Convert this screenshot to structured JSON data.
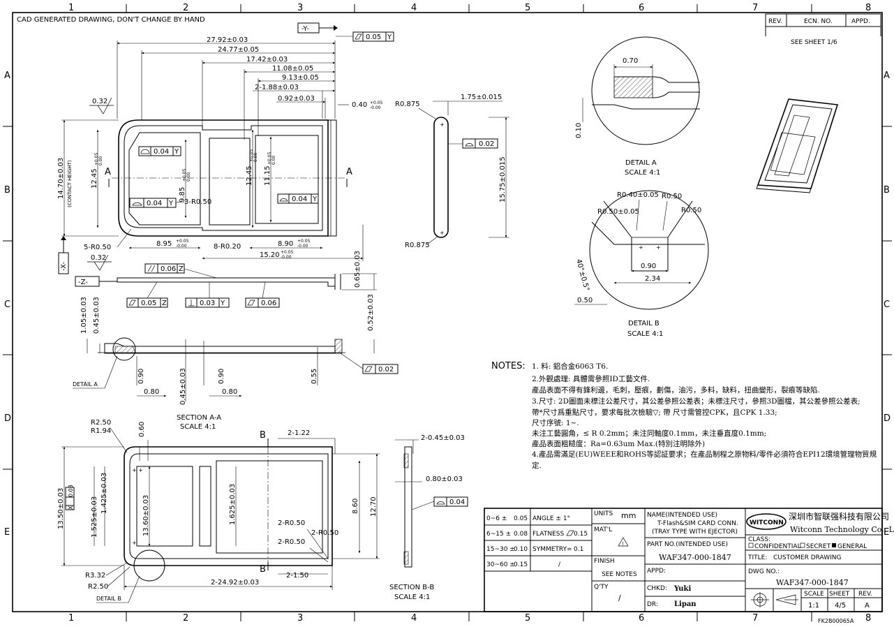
{
  "header_note": "CAD GENERATED DRAWING, DON'T CHANGE BY HAND",
  "grid": {
    "cols": [
      "1",
      "2",
      "3",
      "4",
      "5",
      "6",
      "7",
      "8"
    ],
    "rows": [
      "A",
      "B",
      "C",
      "D",
      "E"
    ]
  },
  "revision": {
    "rev": "REV.",
    "ecn": "ECN. NO.",
    "appd": "APPD.",
    "see_sheet": "SEE SHEET 1/6"
  },
  "datums": {
    "y": "-Y-",
    "x": "-X-",
    "z": "-Z-"
  },
  "top_view": {
    "dims": [
      "27.92±0.03",
      "24.77±0.05",
      "17.42±0.03",
      "11.08±0.05",
      "9.13±0.05",
      "2-1.88±0.03",
      "0.92±0.03",
      "0.40",
      "14.70±0.03",
      "(CONTACT HEIGHT)",
      "12.45",
      "9.85",
      "12.45",
      "11.15",
      "8.95",
      "8-R0.20",
      "8.90",
      "15.20",
      "5-R0.50",
      "3-R0.50",
      "0.32",
      "0.32"
    ],
    "tol_plus": "+0.05",
    "tol_minus": "-0.00",
    "tol_minus_b": "0.00",
    "fcf_flat_top": "0.05",
    "fcf_flat_top_datum": "Y",
    "fcf_a": "0.04",
    "fcf_a_datum": "Y",
    "fcf_b": "0.04",
    "fcf_b_datum": "Y",
    "fcf_c": "0.04",
    "fcf_c_datum": "Y",
    "section": "A"
  },
  "side_view": {
    "r_top": "R0.875",
    "r_bot": "R0.875",
    "dim_w": "1.75±0.015",
    "dim_h": "15.75±0.015",
    "fcf": "0.02"
  },
  "detail_a": {
    "d1": "0.70",
    "d2": "0.10",
    "label": "DETAIL  A",
    "scale": "SCALE  4:1"
  },
  "detail_b": {
    "r1": "R0.40±0.05",
    "r2": "R0.50",
    "r3": "R0.50±0.05",
    "r4": "R0.50",
    "ang": "40°±0.5°",
    "d1": "0.90",
    "d2": "2.34",
    "d3": "0.50",
    "label": "DETAIL  B",
    "scale": "SCALE  4:1"
  },
  "section_aa": {
    "par": "0.06",
    "par_datum": "Z",
    "fcf1": "0.05",
    "fcf1_datum": "Z",
    "fcf2": "0.03",
    "fcf2_datum": "Y",
    "fcf3": "0.06",
    "d1": "0.65±0.03",
    "d2": "1.05±0.03",
    "d3": "0.45±0.03",
    "d4": "0.52±0.03",
    "d5": "0.90",
    "d6": "0.80",
    "d7": "0.45±0.03",
    "d8": "0.90",
    "d9": "0.80",
    "d10": "0.55",
    "fcf4": "0.02",
    "detail": "DETAIL  A",
    "label": "SECTION  A-A",
    "scale": "SCALE  4:1"
  },
  "bottom_view": {
    "r1": "R2.50",
    "r2": "R1.94",
    "d1": "0.60",
    "d2": "2-1.22",
    "sec": "B",
    "d3": "13.50±0.03",
    "sym": "0.03",
    "sym_datum": "X",
    "d4": "1.525±0.03",
    "d5": "1.425±0.03",
    "d6": "13.60±0.03",
    "d7": "1.625±0.03",
    "d8": "8.60",
    "d9": "12.70",
    "r3": "2-R0.50",
    "r4": "2-R0.50",
    "r5": "2-R0.50",
    "r6": "R3.32",
    "r7": "R2.50",
    "d10": "2-24.92±0.03",
    "d11": "2-1.50",
    "detail": "DETAIL  B"
  },
  "section_bb": {
    "d1": "2-0.45±0.03",
    "d2": "0.80±0.03",
    "fcf": "0.04",
    "label": "SECTION  B-B",
    "scale": "SCALE  4:1"
  },
  "notes": {
    "title": "NOTES:",
    "lines": [
      "1.  料:  鋁合金6063 T6.",
      "2.外觀處理: 具體需參照ID工藝文件.",
      "   產品表面不得有鋒利邊，毛刺，壓痕，劃傷，油污，多料，缺料，扭曲變形，裂痕等缺陷.",
      "3.尺寸: 2D圖面未標注公差尺寸，其公差參照公差表；未標注尺寸，參照3D圖檔，其公差參照公差表;",
      "   帶*尺寸爲重點尺寸，要求每批次檢驗▽; 帶  尺寸需管控CPK，且CPK  1.33;",
      "   尺寸序號: 1~.",
      "   未注工藝圓角，≤ R  0.2mm；未注同軸度0.1mm，未注垂直度0.1mm;",
      "   產品表面粗糙度：Ra=0.63um Max.(特別注明除外)",
      "4.產品需滿足(EU)WEEE和ROHS等認証要求；在產品制程之原物料/零件必須符合EPI12環境管理物質規",
      "定."
    ]
  },
  "title_block": {
    "tol": [
      {
        "r": "0~6 ±",
        "v": "0.05"
      },
      {
        "r": "6~15 ±",
        "v": "0.08"
      },
      {
        "r": "15~30 ±",
        "v": "0.10"
      },
      {
        "r": "30~60 ±",
        "v": "0.15"
      }
    ],
    "angle": "ANGLE ± 1°",
    "flatness": "FLATNESS",
    "flat_v": "0.15",
    "symmetry": "SYMMETRY",
    "sym_v": "0.1",
    "slash": "/",
    "units": "UNITS",
    "units_v": "mm",
    "matl": "MAT'L",
    "finish": "FINISH",
    "see_notes": "SEE NOTES",
    "qty": "Q'TY",
    "qty_v": "/",
    "name_label": "NAME(INTENDED USE)",
    "name_1": "T-Flash&SIM CARD CONN.",
    "name_2": "(TRAY TYPE WITH EJECTOR)",
    "part_label": "PART NO.(INTENDED USE)",
    "part_no": "WAF347-000-1847",
    "appd": "APPD:",
    "chkd": "CHKD:",
    "chkd_v": "Yuki",
    "dr": "DR:",
    "dr_v": "Lipan",
    "company_cn": "深圳市智联强科技有限公司",
    "company_en": "Witconn Technology Co., Ltd",
    "logo": "WITCONN",
    "class_label": "CLASS:",
    "class_confidential": "CONFIDENTIAL",
    "class_secret": "SECRET",
    "class_general": "GENERAL",
    "title_label": "TITLE:",
    "title_v": "CUSTOMER DRAWING",
    "dwg_label": "DWG NO.:",
    "dwg_no": "WAF347-000-1847",
    "scale_h": "SCALE",
    "sheet_h": "SHEET",
    "rev_h": "REV.",
    "scale_v": "1:1",
    "sheet_v": "4/5",
    "rev_v": "A",
    "form_no": "FK2B00065A"
  },
  "colors": {
    "ink": "#000000",
    "paper": "#ffffff"
  }
}
